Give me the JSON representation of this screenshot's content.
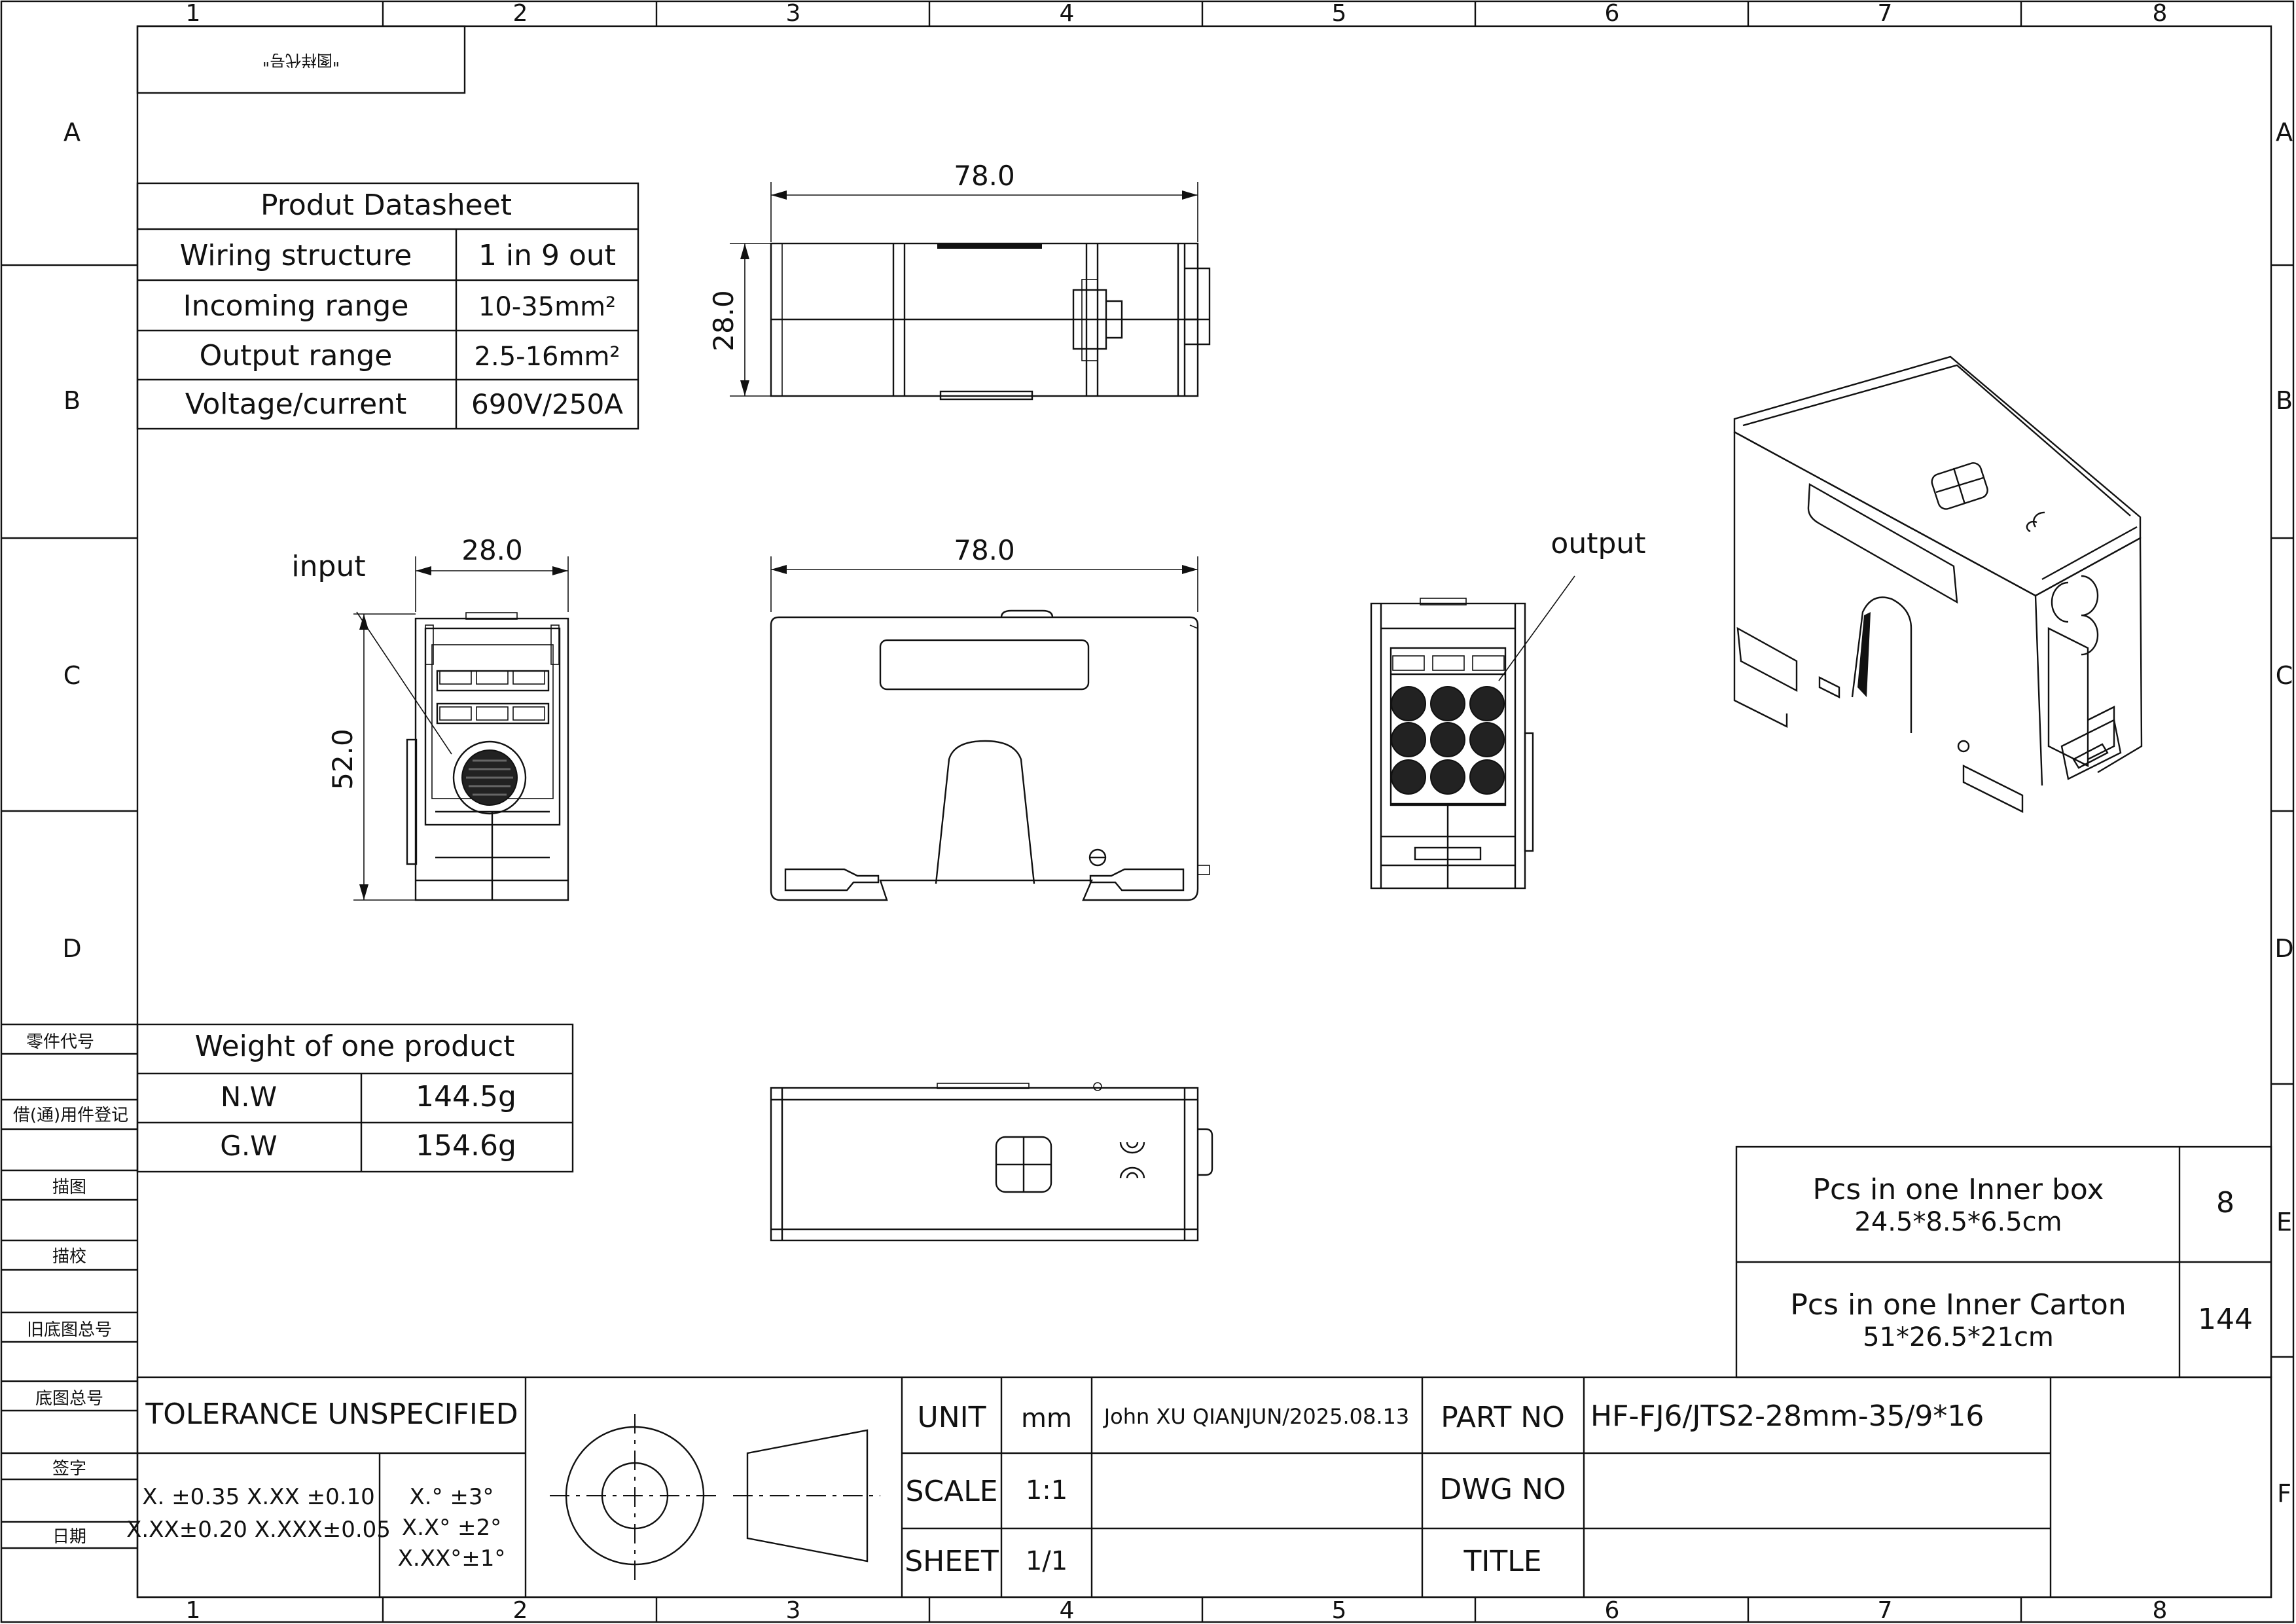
{
  "frame": {
    "columns": [
      "1",
      "2",
      "3",
      "4",
      "5",
      "6",
      "7",
      "8"
    ],
    "rows": [
      "A",
      "B",
      "C",
      "D",
      "E",
      "F"
    ]
  },
  "top_left_box": "\"图样代号\"",
  "side_labels": {
    "part_code": "零件代号",
    "borrow_register": "借(通)用件登记",
    "traced": "描图",
    "trace_check": "描校",
    "old_base_no": "旧底图总号",
    "base_no": "底图总号",
    "signature": "签字",
    "date": "日期"
  },
  "datasheet": {
    "title": "Produt Datasheet",
    "rows": [
      {
        "label": "Wiring structure",
        "value": "1 in 9 out"
      },
      {
        "label": "Incoming range",
        "value": "10-35mm²"
      },
      {
        "label": "Output range",
        "value": "2.5-16mm²"
      },
      {
        "label": "Voltage/current",
        "value": "690V/250A"
      }
    ]
  },
  "weight": {
    "title": "Weight of one product",
    "rows": [
      {
        "label": "N.W",
        "value": "144.5g"
      },
      {
        "label": "G.W",
        "value": "154.6g"
      }
    ]
  },
  "dimensions": {
    "top_width": "78.0",
    "top_height": "28.0",
    "side_width": "28.0",
    "side_height": "52.0",
    "front_width": "78.0"
  },
  "callouts": {
    "input": "input",
    "output": "output"
  },
  "packing": [
    {
      "label": "Pcs in one Inner box",
      "size": "24.5*8.5*6.5cm",
      "qty": "8"
    },
    {
      "label": "Pcs in one Inner Carton",
      "size": "51*26.5*21cm",
      "qty": "144"
    }
  ],
  "title_block": {
    "tolerance_title": "TOLERANCE UNSPECIFIED",
    "tol_linear_1": "X. ±0.35  X.XX ±0.10",
    "tol_linear_2": "X.XX±0.20  X.XXX±0.05",
    "tol_angle_1": "X.° ±3°",
    "tol_angle_2": "X.X° ±2°",
    "tol_angle_3": "X.XX°±1°",
    "unit_label": "UNIT",
    "unit_value": "mm",
    "scale_label": "SCALE",
    "scale_value": "1:1",
    "sheet_label": "SHEET",
    "sheet_value": "1/1",
    "drawn_by": "John  XU QIANJUN/2025.08.13",
    "part_no_label": "PART NO",
    "part_no_value": "HF-FJ6/JTS2-28mm-35/9*16",
    "dwg_no_label": "DWG NO",
    "dwg_no_value": "",
    "title_label": "TITLE",
    "title_value": ""
  }
}
